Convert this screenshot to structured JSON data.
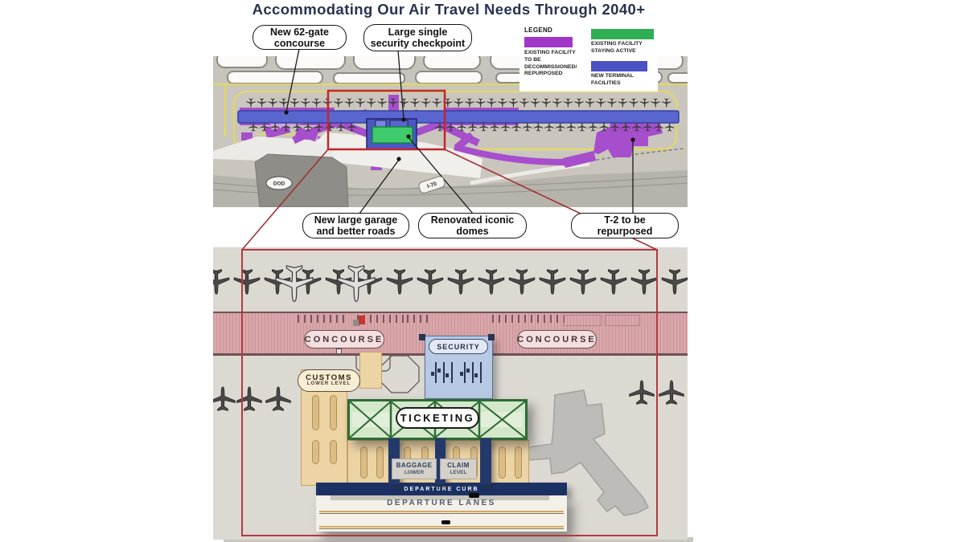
{
  "title": "Accommodating Our Air Travel Needs Through 2040+",
  "legend": {
    "heading": "LEGEND",
    "items": [
      {
        "label": "EXISTING FACILITY TO BE DECOMMISSIONED/ REPURPOSED",
        "color": "#a136c9"
      },
      {
        "label": "EXISTING FACILITY STAYING ACTIVE",
        "color": "#2fae54"
      },
      {
        "label": "NEW TERMINAL FACILITIES",
        "color": "#4a52c4"
      }
    ]
  },
  "callouts": {
    "concourse": "New 62-gate concourse",
    "security": "Large single security checkpoint",
    "garage": "New large garage and better roads",
    "domes": "Renovated iconic domes",
    "t2": "T-2 to be repurposed"
  },
  "map_labels": {
    "dod": "DOD",
    "i70": "I-70"
  },
  "plan_labels": {
    "concourse_left": "CONCOURSE",
    "concourse_right": "CONCOURSE",
    "security": "SECURITY",
    "customs": "CUSTOMS",
    "customs_sub": "LOWER LEVEL",
    "ticketing": "TICKETING",
    "baggage": "BAGGAGE",
    "baggage_sub": "LOWER",
    "claim": "CLAIM",
    "claim_sub": "LEVEL",
    "departure_curb": "DEPARTURE CURB",
    "departure_lanes": "DEPARTURE LANES"
  }
}
